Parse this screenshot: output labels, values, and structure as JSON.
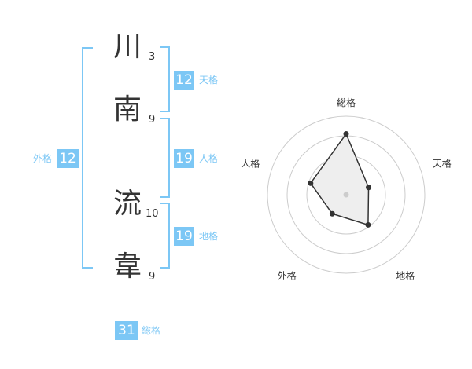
{
  "name": {
    "characters": [
      {
        "char": "川",
        "strokes": "3"
      },
      {
        "char": "南",
        "strokes": "9"
      },
      {
        "char": "流",
        "strokes": "10"
      },
      {
        "char": "韋",
        "strokes": "9"
      }
    ]
  },
  "fortunes": {
    "tenkaku": {
      "value": "12",
      "label": "天格"
    },
    "jinkaku": {
      "value": "19",
      "label": "人格"
    },
    "chikaku": {
      "value": "19",
      "label": "地格"
    },
    "gaikaku": {
      "value": "12",
      "label": "外格"
    },
    "soukaku": {
      "value": "31",
      "label": "総格"
    }
  },
  "chart_data": {
    "type": "radar",
    "axes": [
      "総格",
      "天格",
      "地格",
      "外格",
      "人格"
    ],
    "values": [
      31,
      12,
      19,
      12,
      19
    ],
    "rmax": 40,
    "rings": [
      10,
      20,
      30,
      40
    ],
    "colors": {
      "ring": "#cccccc",
      "fill": "#eeeeee",
      "line": "#333333",
      "point": "#333333",
      "center": "#cccccc"
    }
  }
}
